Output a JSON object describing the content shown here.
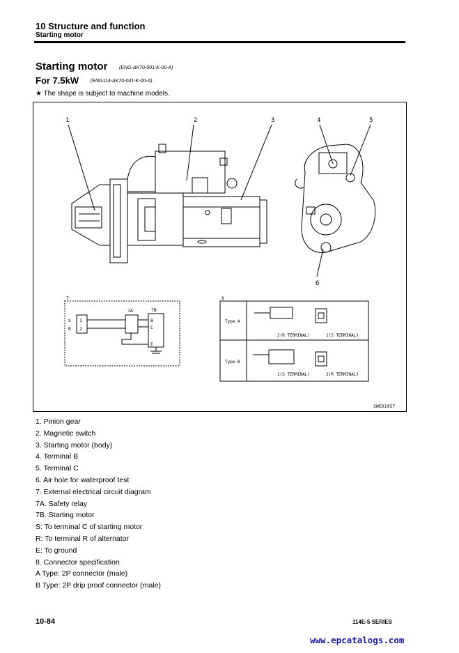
{
  "header": {
    "title": "10 Structure and function",
    "subtitle": "Starting motor"
  },
  "section": {
    "title": "Starting motor",
    "code": "(ENG-AK70-001-K-00-A)"
  },
  "subsection": {
    "title": "For 7.5kW",
    "code": "(ENG114-AK70-041-K-00-A)"
  },
  "note": "★  The shape is subject to machine models.",
  "figure": {
    "callouts": [
      "1",
      "2",
      "3",
      "4",
      "5",
      "6"
    ],
    "inset7": {
      "label": "7",
      "relay_label": "7A",
      "motor_label": "7B",
      "S": "S",
      "R": "R",
      "pin1": "1",
      "pin2": "2",
      "B": "B",
      "C": "C",
      "E": "E"
    },
    "inset8": {
      "label": "8",
      "typeA": "Type A",
      "typeB": "Type B",
      "a_left": "2(R TERMINAL)",
      "a_right": "1(S TERMINAL)",
      "b_left": "1(S TERMINAL)",
      "b_right": "2(R TERMINAL)"
    },
    "code": "SWE01957"
  },
  "legend": [
    "1. Pinion gear",
    "2. Magnetic switch",
    "3. Starting motor (body)",
    "4. Terminal B",
    "5. Terminal C",
    "6. Air hole for waterproof test",
    "7. External electrical circuit diagram",
    "7A. Safety relay",
    "7B. Starting motor",
    "S: To terminal C of starting motor",
    "R: To terminal R of alternator",
    "E: To ground",
    "8. Connector specification",
    "A Type: 2P connector (male)",
    "B Type: 2P drip proof connector (male)"
  ],
  "footer": {
    "page": "10-84",
    "series": "114E-5 SERIES",
    "watermark": "www.epcatalogs.com"
  }
}
